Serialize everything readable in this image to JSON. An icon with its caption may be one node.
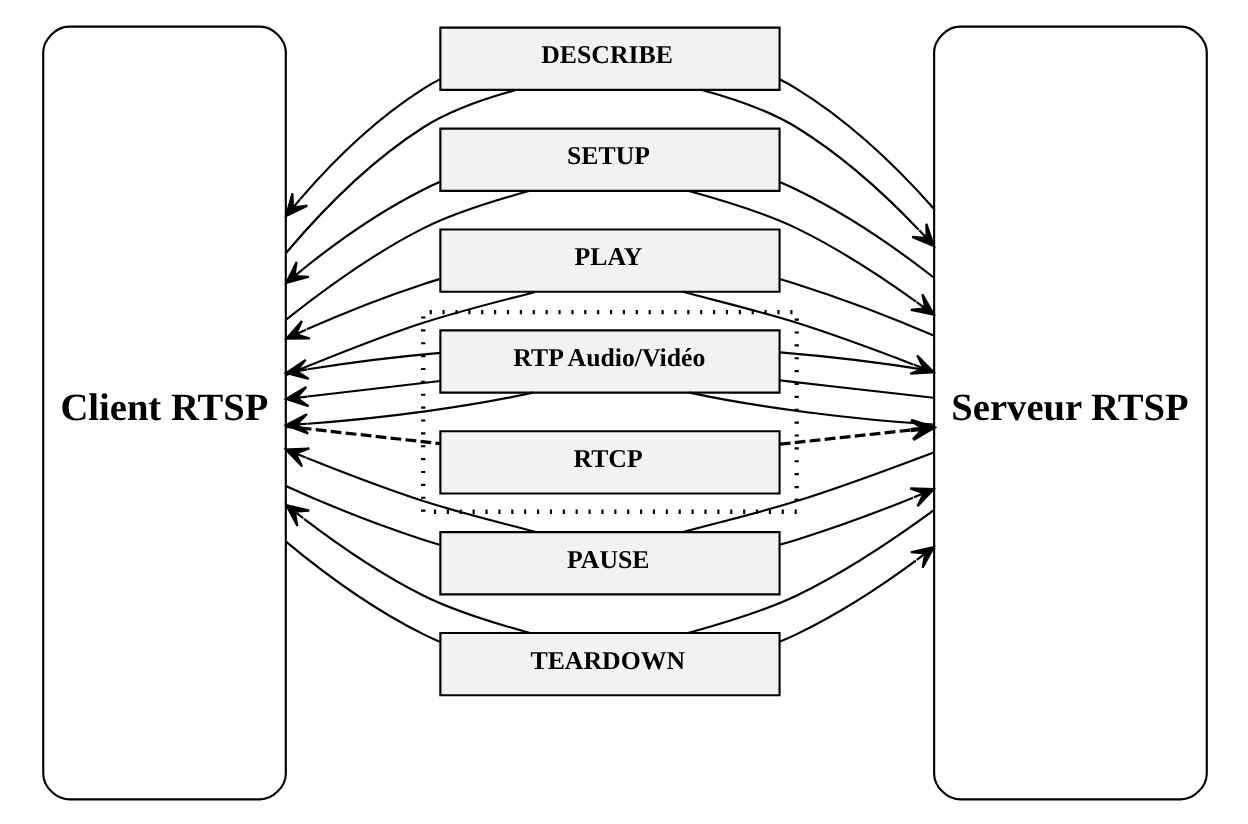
{
  "diagram": {
    "nodes": [
      {
        "text": [
          "Client RTSP"
        ]
      },
      {
        "text": [
          "DESCRIBE"
        ]
      },
      {
        "text": [
          "SETUP"
        ]
      },
      {
        "text": [
          "PLAY"
        ]
      },
      {
        "text": [],
        "shape": "box"
      },
      {
        "text": [
          "RTP Audio/Vidéo"
        ],
        "in": 4
      },
      {
        "text": [
          "RTCP"
        ],
        "in": 4
      },
      {
        "text": [
          "PAUSE"
        ]
      },
      {
        "text": [
          "TEARDOWN"
        ]
      },
      {
        "text": [
          "Serveur RTSP"
        ]
      }
    ],
    "edges": [
      {
        "from": 0,
        "to": 1,
        "arrow": "none"
      },
      {
        "from": 1,
        "to": 9,
        "arrow": "to"
      },
      {
        "from": 9,
        "to": 1,
        "arrow": "none"
      },
      {
        "from": 1,
        "to": 0,
        "arrow": "to"
      },
      {
        "from": 0,
        "to": 2,
        "arrow": "none"
      },
      {
        "from": 2,
        "to": 9,
        "arrow": "to"
      },
      {
        "from": 9,
        "to": 2,
        "arrow": "none"
      },
      {
        "from": 2,
        "to": 0,
        "arrow": "to"
      },
      {
        "from": 0,
        "to": 3,
        "arrow": "none"
      },
      {
        "from": 3,
        "to": 9,
        "arrow": "to"
      },
      {
        "from": 9,
        "to": 3,
        "arrow": "none"
      },
      {
        "from": 3,
        "to": 0,
        "arrow": "to"
      },
      {
        "from": 9,
        "to": 5,
        "arrow": "none"
      },
      {
        "from": 5,
        "to": 0,
        "arrow": "to"
      },
      {
        "from": 9,
        "to": 5,
        "arrow": "none"
      },
      {
        "from": 5,
        "to": 0,
        "arrow": "to"
      },
      {
        "from": 9,
        "to": 5,
        "arrow": "none"
      },
      {
        "from": 5,
        "to": 0,
        "arrow": "to"
      },
      {
        "from": 0,
        "to": 6,
        "arrow": "none",
        "style": "dashed"
      },
      {
        "from": 6,
        "to": 9,
        "arrow": "to",
        "style": "dashed"
      },
      {
        "from": 0,
        "to": 7,
        "arrow": "none"
      },
      {
        "from": 7,
        "to": 9,
        "arrow": "to"
      },
      {
        "from": 9,
        "to": 7,
        "arrow": "none"
      },
      {
        "from": 7,
        "to": 0,
        "arrow": "to"
      },
      {
        "from": 0,
        "to": 8,
        "arrow": "none"
      },
      {
        "from": 8,
        "to": 9,
        "arrow": "to"
      },
      {
        "from": 9,
        "to": 8,
        "arrow": "none"
      },
      {
        "from": 8,
        "to": 0,
        "arrow": "to"
      }
    ]
  }
}
